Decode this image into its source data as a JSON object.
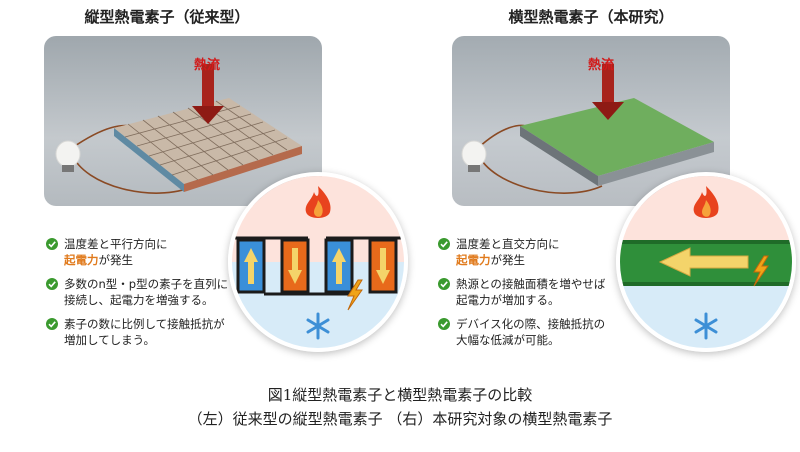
{
  "left": {
    "title": "縦型熱電素子（従来型）",
    "heat_label": "熱流",
    "bullets": [
      {
        "lines": [
          "温度差と平行方向に"
        ],
        "accent": "起電力",
        "tail": "が発生"
      },
      {
        "lines": [
          "多数のn型・p型の素子を直列に",
          "接続し、起電力を増強する。"
        ]
      },
      {
        "lines": [
          "素子の数に比例して接触抵抗が",
          "増加してしまう。"
        ]
      }
    ]
  },
  "right": {
    "title": "横型熱電素子（本研究）",
    "heat_label": "熱流",
    "bullets": [
      {
        "lines": [
          "温度差と直交方向に"
        ],
        "accent": "起電力",
        "tail": "が発生"
      },
      {
        "lines": [
          "熱源との接触面積を増やせば",
          "起電力が増加する。"
        ]
      },
      {
        "lines": [
          "デバイス化の際、接触抵抗の",
          "大幅な低減が可能。"
        ]
      }
    ]
  },
  "caption": {
    "line1": "図1縦型熱電素子と横型熱電素子の比較",
    "line2": "（左）従来型の縦型熱電素子 （右）本研究対象の横型熱電素子"
  },
  "colors": {
    "check_green": "#3b9a2f",
    "accent_orange": "#e07a1c",
    "heat_red": "#d11a1a",
    "module_green": "#6fae5e",
    "hot_pink": "#fde3dc",
    "cold_blue": "#d7ebf8"
  },
  "icons": [
    "flame-icon",
    "snowflake-icon",
    "lightning-icon",
    "bulb-icon",
    "heat-arrow-icon"
  ]
}
